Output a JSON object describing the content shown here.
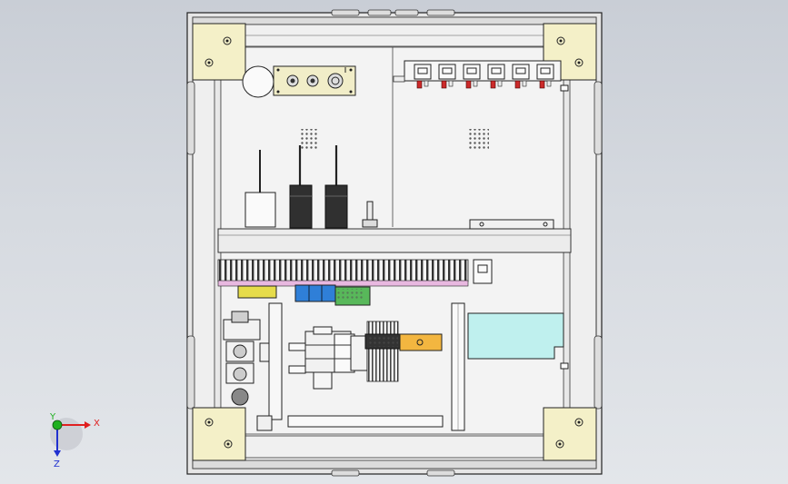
{
  "viewport": {
    "background_top": "#c9ced6",
    "background_bottom": "#e3e6ea"
  },
  "model": {
    "frame_color": "#e2e2e2",
    "edge_color": "#222222",
    "bracket_color": "#f4f0c8",
    "panel_color": "#f2f2f2",
    "breaker_color": "#303030",
    "din_rail_color": "#f3b640",
    "blue_module_color": "#2f7fd8",
    "green_module_color": "#58b85a",
    "yellow_module_color": "#e6dc4a",
    "cyan_plate_color": "#bff0ee",
    "pink_strip_color": "#e8b8e0",
    "red_terminal_color": "#cc2a2a"
  },
  "triad": {
    "x_label": "X",
    "y_label": "Y",
    "z_label": "Z",
    "x_color": "#e02020",
    "y_color": "#20b020",
    "z_color": "#2030d0"
  }
}
